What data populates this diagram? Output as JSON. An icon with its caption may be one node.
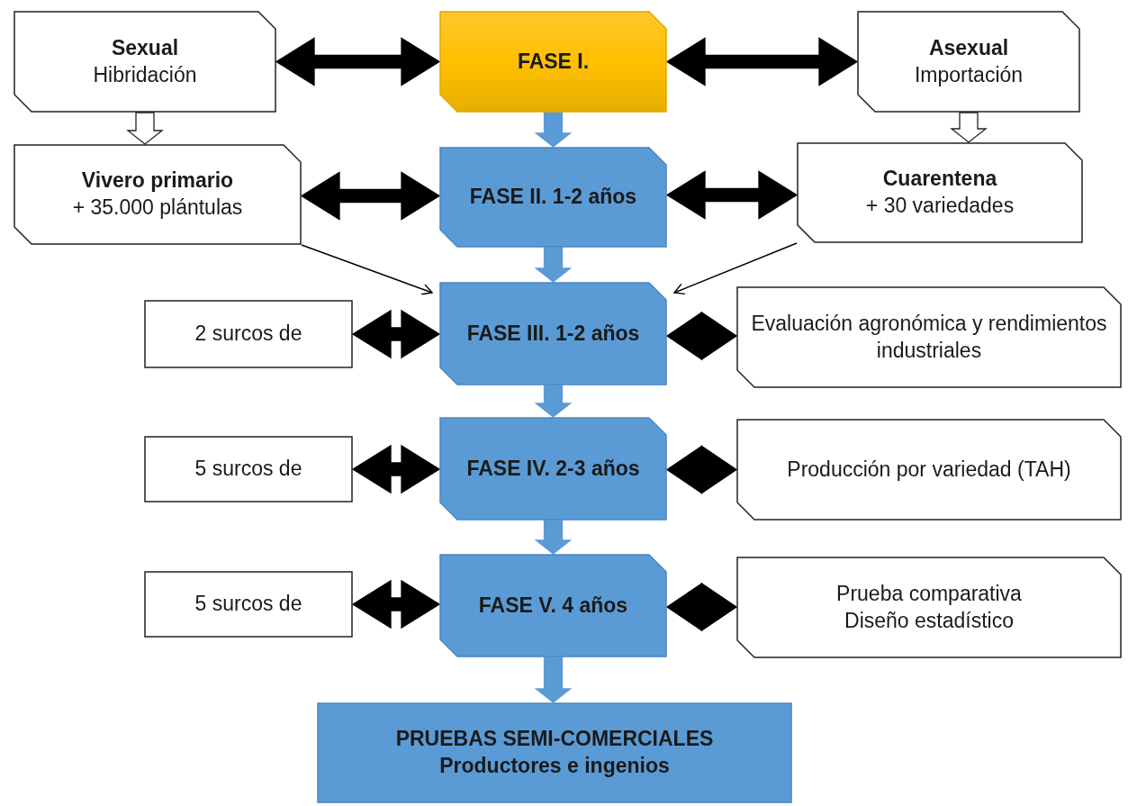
{
  "diagram": {
    "nodes": [
      {
        "text": [
          "Sexual",
          "Hibridación"
        ]
      },
      {
        "text": [
          "FASE I."
        ]
      },
      {
        "text": [
          "Asexual",
          "Importación"
        ]
      },
      {
        "text": [
          "Vivero primario",
          "+ 35.000 plántulas"
        ]
      },
      {
        "text": [
          "FASE II. 1-2 años"
        ]
      },
      {
        "text": [
          "Cuarentena",
          "+ 30 variedades"
        ]
      },
      {
        "text": [
          "2 surcos de"
        ]
      },
      {
        "text": [
          "FASE III. 1-2 años"
        ]
      },
      {
        "text": [
          "Evaluación agronómica y rendimientos industriales"
        ]
      },
      {
        "text": [
          "5 surcos de"
        ]
      },
      {
        "text": [
          "FASE IV. 2-3 años"
        ]
      },
      {
        "text": [
          "Producción por variedad (TAH)"
        ]
      },
      {
        "text": [
          "5 surcos de"
        ]
      },
      {
        "text": [
          "FASE V. 4 años"
        ]
      },
      {
        "text": [
          "Prueba comparativa",
          "Diseño estadístico"
        ]
      },
      {
        "text": [
          "PRUEBAS SEMI-COMERCIALES",
          "Productores e ingenios"
        ]
      }
    ],
    "edges": [
      {
        "from": 0,
        "to": 1,
        "arrow": "both",
        "style": "thick"
      },
      {
        "from": 1,
        "to": 2,
        "arrow": "both",
        "style": "thick"
      },
      {
        "from": 0,
        "to": 3,
        "arrow": "to",
        "style": "thick",
        "color": "#ffffff"
      },
      {
        "from": 1,
        "to": 4,
        "arrow": "to",
        "style": "thick",
        "color": "#5b9bd5"
      },
      {
        "from": 2,
        "to": 5,
        "arrow": "to",
        "style": "thick",
        "color": "#ffffff"
      },
      {
        "from": 3,
        "to": 4,
        "arrow": "both",
        "style": "thick"
      },
      {
        "from": 4,
        "to": 5,
        "arrow": "both",
        "style": "thick"
      },
      {
        "from": 3,
        "to": 7,
        "arrow": "to"
      },
      {
        "from": 4,
        "to": 7,
        "arrow": "to",
        "style": "thick",
        "color": "#5b9bd5"
      },
      {
        "from": 5,
        "to": 7,
        "arrow": "to"
      },
      {
        "from": 6,
        "to": 7,
        "arrow": "both",
        "style": "thick"
      },
      {
        "from": 7,
        "to": 8,
        "arrow": "both",
        "style": "thick"
      },
      {
        "from": 7,
        "to": 10,
        "arrow": "to",
        "style": "thick",
        "color": "#5b9bd5"
      },
      {
        "from": 9,
        "to": 10,
        "arrow": "both",
        "style": "thick"
      },
      {
        "from": 10,
        "to": 11,
        "arrow": "both",
        "style": "thick"
      },
      {
        "from": 10,
        "to": 13,
        "arrow": "to",
        "style": "thick",
        "color": "#5b9bd5"
      },
      {
        "from": 12,
        "to": 13,
        "arrow": "both",
        "style": "thick"
      },
      {
        "from": 13,
        "to": 14,
        "arrow": "both",
        "style": "thick"
      },
      {
        "from": 13,
        "to": 15,
        "arrow": "to",
        "style": "thick",
        "color": "#5b9bd5"
      }
    ]
  }
}
